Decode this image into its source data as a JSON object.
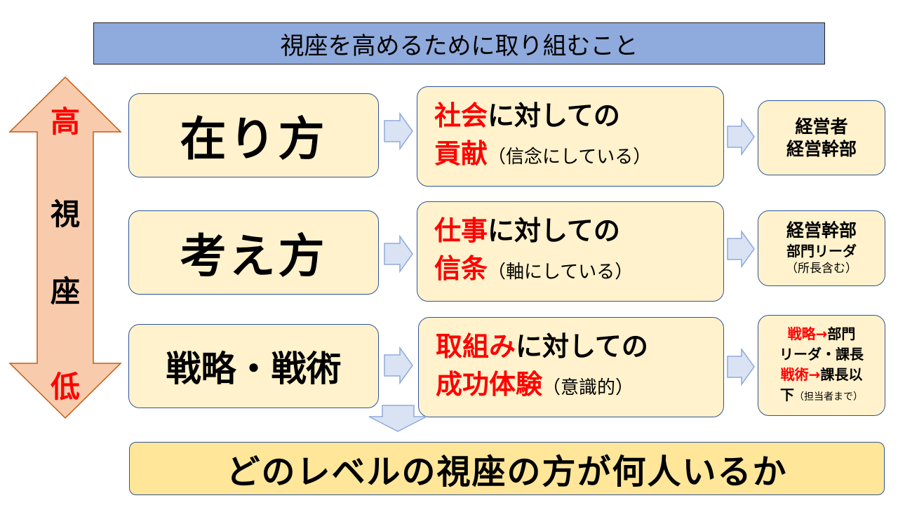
{
  "title": "視座を高めるために取り組むこと",
  "axis": {
    "high": "高",
    "label1": "視",
    "label2": "座",
    "low": "低"
  },
  "rows": [
    {
      "level": "在り方",
      "focus_red": "社会",
      "focus_rest": "に対しての",
      "value_red": "貢献",
      "value_note": "（信念にしている）",
      "who_line1": "経営者",
      "who_line2": "経営幹部"
    },
    {
      "level": "考え方",
      "focus_red": "仕事",
      "focus_rest": "に対しての",
      "value_red": "信条",
      "value_note": "（軸にしている）",
      "who_line1": "経営幹部",
      "who_line2": "部門リーダ",
      "who_line3": "（所長含む）"
    },
    {
      "level": "戦略・戦術",
      "focus_red": "取組み",
      "focus_rest": "に対しての",
      "value_red": "成功体験",
      "value_note": "（意識的）",
      "who_a_red": "戦略→",
      "who_a_rest": "部門",
      "who_b": "リーダ・課長",
      "who_c_red": "戦術→",
      "who_c_rest": "課長以",
      "who_d": "下",
      "who_d_note": "（担当者まで）"
    }
  ],
  "conclusion": "どのレベルの視座の方が何人いるか",
  "colors": {
    "title_bg": "#8faadc",
    "box_bg": "#fff2cc",
    "conclusion_bg": "#ffe699",
    "accent": "#ff0000",
    "arrow": "#dae3f3",
    "vertical_arrow": "#f8cbad"
  }
}
